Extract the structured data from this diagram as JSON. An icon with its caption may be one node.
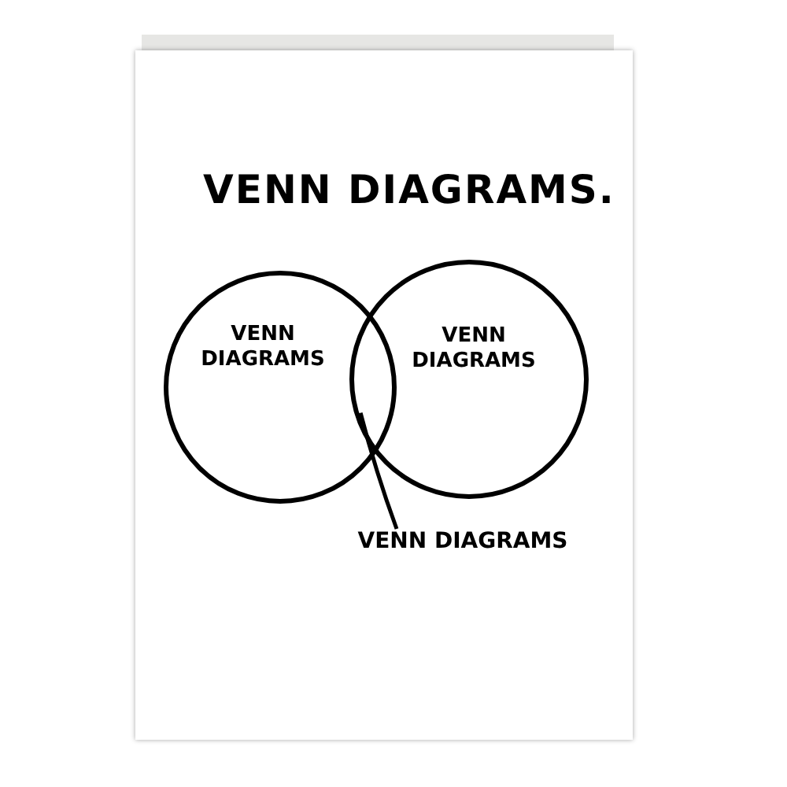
{
  "diagram": {
    "title": "VENN DIAGRAMS.",
    "nodes": [
      {
        "text": [
          "VENN DIAGRAMS"
        ]
      },
      {
        "text": [
          "VENN DIAGRAMS"
        ]
      },
      {
        "text": [
          "VENN DIAGRAMS"
        ]
      }
    ],
    "edges": [
      {
        "from": 2,
        "to": 0,
        "arrow": "none"
      }
    ]
  }
}
